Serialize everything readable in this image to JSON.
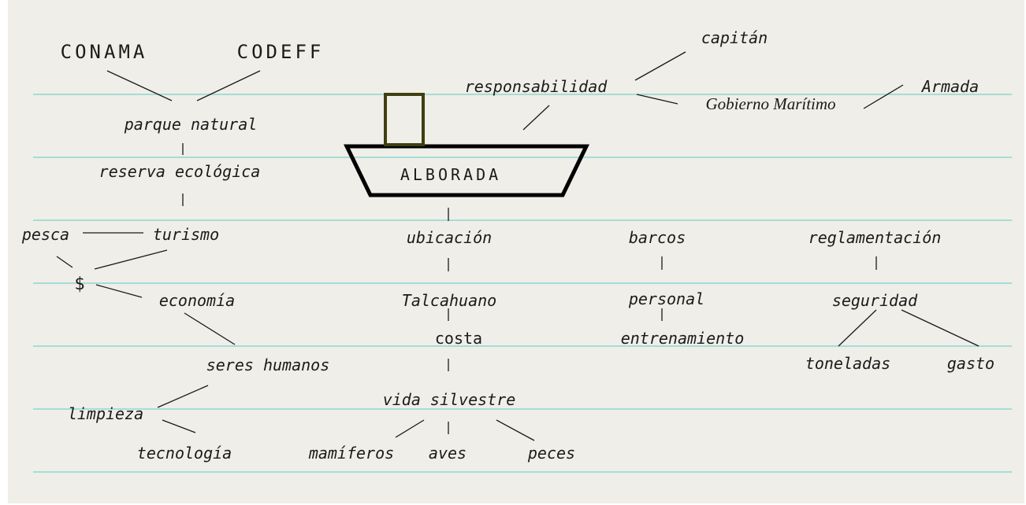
{
  "diagram": {
    "ship": "ALBORADA",
    "organizations": [
      "CONAMA",
      "CODEFF"
    ],
    "nodes": {
      "capitan": "capitán",
      "responsabilidad": "responsabilidad",
      "gobierno_maritimo": "Gobierno Marítimo",
      "armada": "Armada",
      "parque_natural": "parque natural",
      "reserva_ecologica": "reserva ecológica",
      "pesca": "pesca",
      "turismo": "turismo",
      "dollar": "$",
      "economia": "economía",
      "seres_humanos": "seres humanos",
      "limpieza": "limpieza",
      "tecnologia": "tecnología",
      "ubicacion": "ubicación",
      "talcahuano": "Talcahuano",
      "costa": "costa",
      "vida_silvestre": "vida silvestre",
      "mamiferos": "mamíferos",
      "aves": "aves",
      "peces": "peces",
      "barcos": "barcos",
      "personal": "personal",
      "entrenamiento": "entrenamiento",
      "reglamentacion": "reglamentación",
      "seguridad": "seguridad",
      "toneladas": "toneladas",
      "gasto": "gasto"
    },
    "colors": {
      "background": "#efeee8",
      "ruled_line": "#8fd6d0",
      "connector": "#1a1a1a",
      "ship_outline": "#000000",
      "cabin": "#3f3f10"
    }
  }
}
